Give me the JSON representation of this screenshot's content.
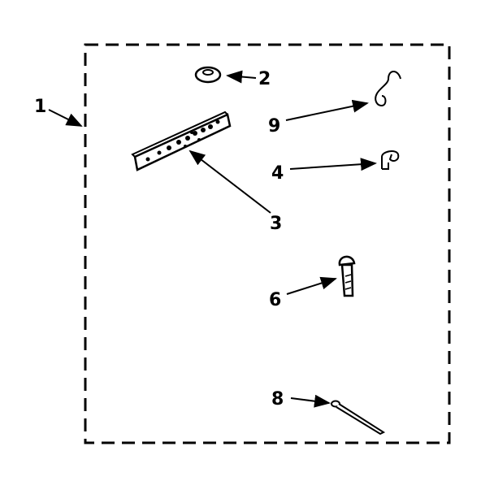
{
  "diagram": {
    "callouts": {
      "kit": "1",
      "washer": "2",
      "strap": "3",
      "clip": "4",
      "bolt": "6",
      "cotter_pin": "8",
      "hook": "9"
    }
  }
}
